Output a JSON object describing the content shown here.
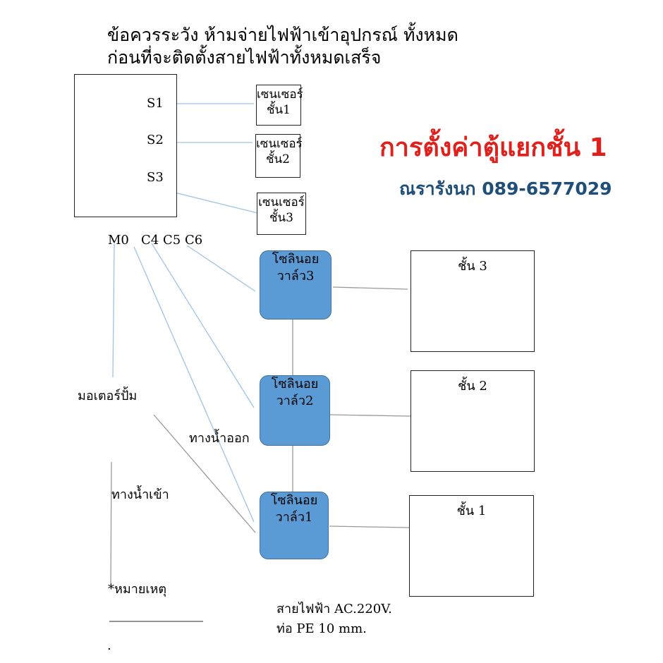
{
  "warning": {
    "line1": "ข้อควรระวัง ห้ามจ่ายไฟฟ้าเข้าอุปกรณ์ ทั้งหมด",
    "line2": "ก่อนที่จะติดตั้งสายไฟฟ้าทั้งหมดเสร็จ"
  },
  "title": "การตั้งค่าตู้แยกชั้น 1",
  "contact": "ณรารังนก 089-6577029",
  "controller": {
    "s1": "S1",
    "s2": "S2",
    "s3": "S3",
    "terminals": "M0   C4 C5 C6"
  },
  "sensors": [
    "เซนเซอร์ชั้น1",
    "เซนเซอร์ชั้น2",
    "เซนเซอร์ชั้น3"
  ],
  "valves": [
    "โซลินอยวาล์ว3",
    "โซลินอยวาล์ว2",
    "โซลินอยวาล์ว1"
  ],
  "floors": [
    "ชั้น 3",
    "ชั้น 2",
    "ชั้น 1"
  ],
  "pump": "มอเตอร์ปั้ม",
  "outlet": "ทางน้ำออก",
  "inlet": "ทางน้ำเข้า",
  "note": "*หมายเหตุ",
  "note_dot": ".",
  "legend": {
    "wire": "สายไฟฟ้า AC.220V.",
    "pipe": "ท่อ PE 10 mm."
  },
  "colors": {
    "valve": "#5b9bd5",
    "title": "#e0201c",
    "contact": "#1f4e79",
    "wire": "#9dc3e6",
    "pipe": "#999999"
  }
}
